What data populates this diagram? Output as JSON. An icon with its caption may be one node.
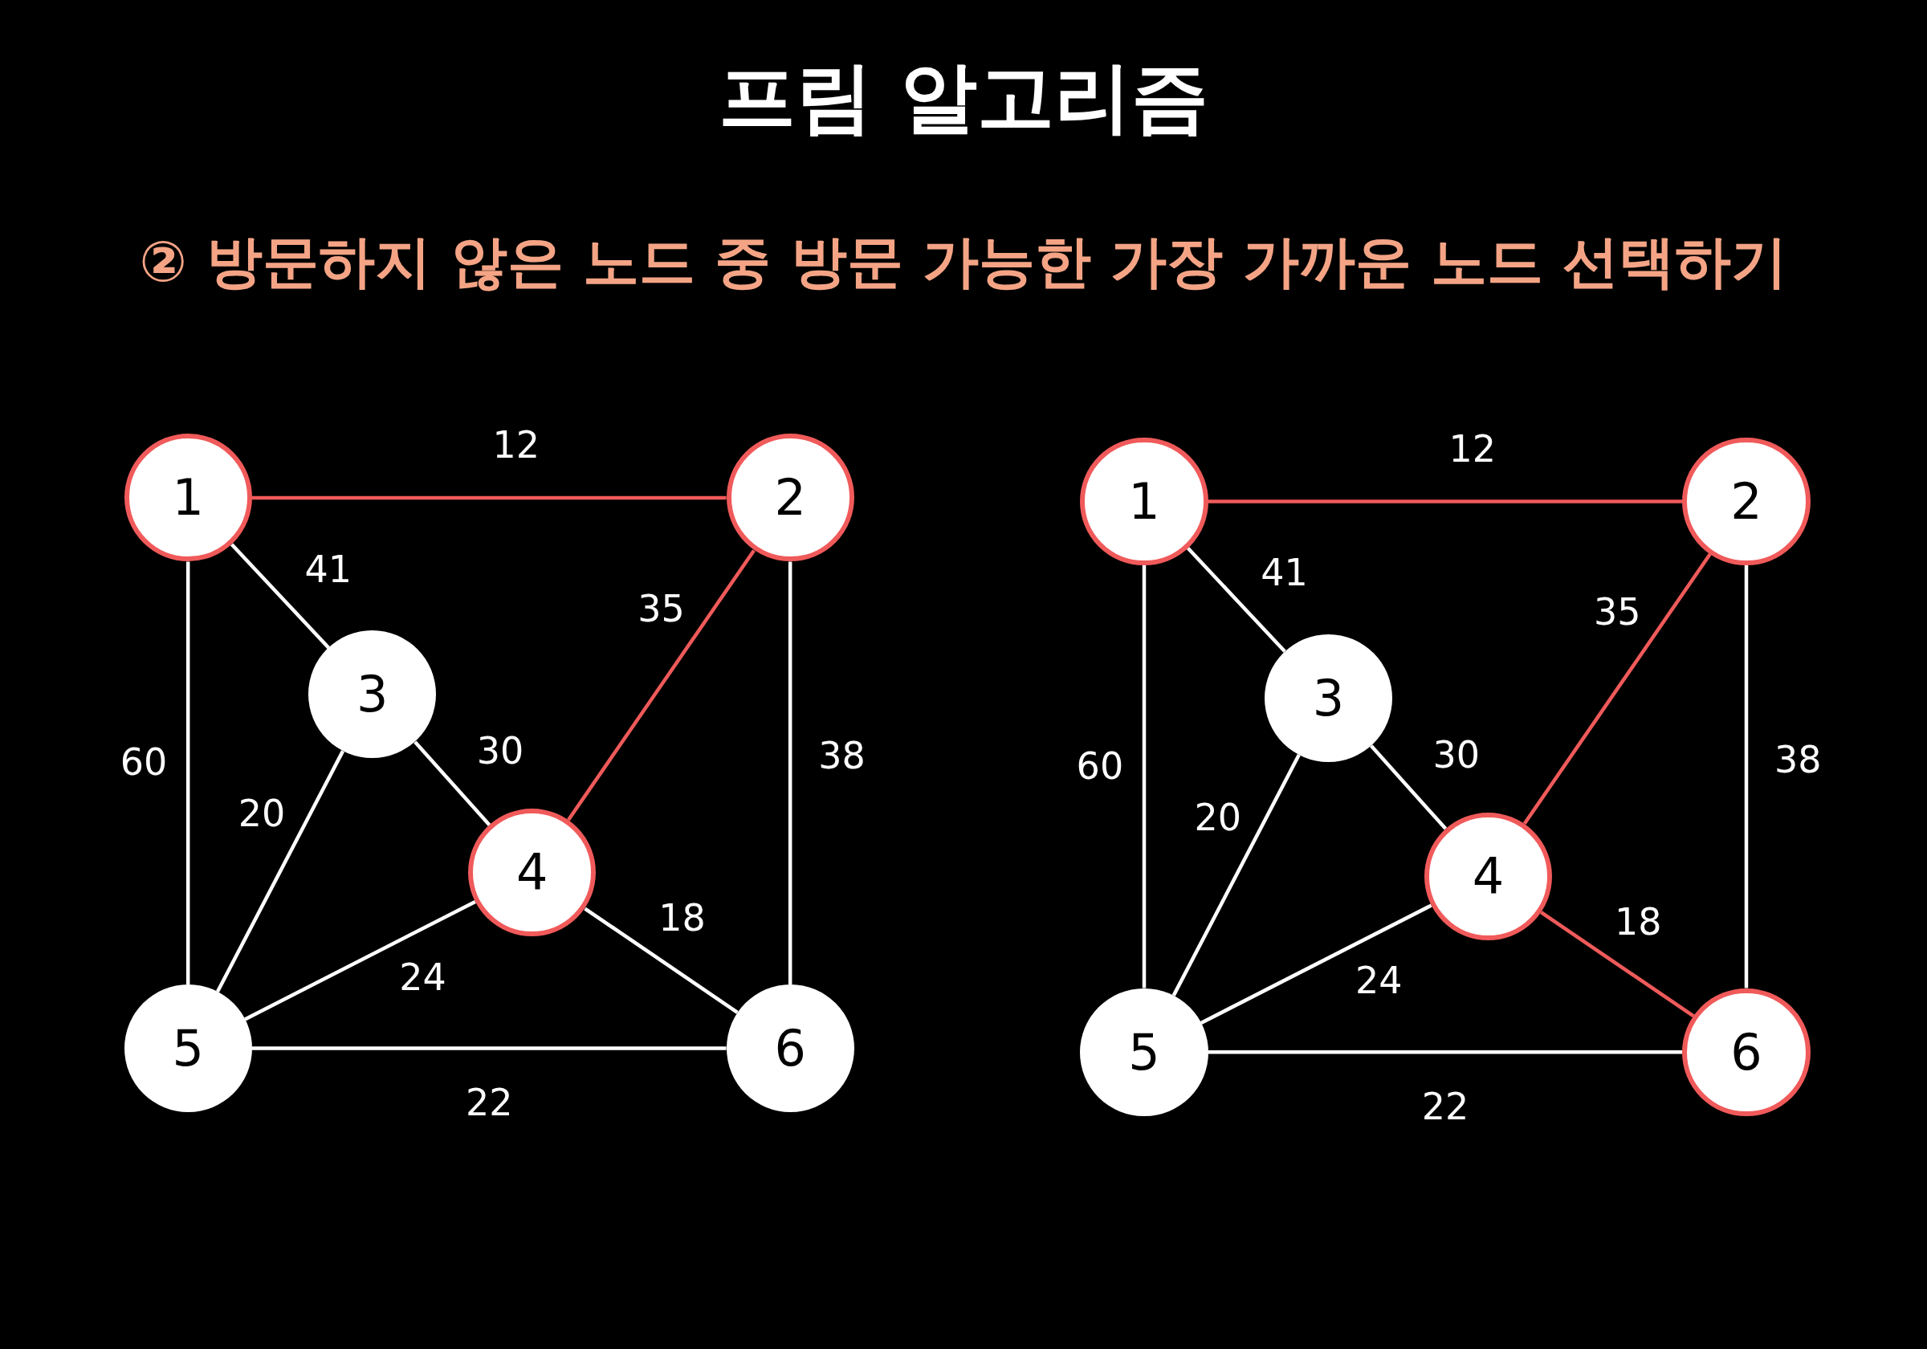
{
  "diagram": {
    "title": "프림 알고리즘",
    "nodes": [
      {
        "text": [
          "1"
        ]
      },
      {
        "text": [
          "2"
        ]
      },
      {
        "text": [
          "3"
        ]
      },
      {
        "text": [
          "4"
        ]
      },
      {
        "text": [
          "5"
        ]
      },
      {
        "text": [
          "6"
        ]
      },
      {
        "text": [
          "1"
        ]
      },
      {
        "text": [
          "2"
        ]
      },
      {
        "text": [
          "3"
        ]
      },
      {
        "text": [
          "4"
        ]
      },
      {
        "text": [
          "5"
        ]
      },
      {
        "text": [
          "6"
        ]
      }
    ],
    "edges": [
      {
        "from": 0,
        "to": 1,
        "arrow": "none",
        "label": "12",
        "color": "#f05a5a"
      },
      {
        "from": 0,
        "to": 2,
        "arrow": "none",
        "label": "41"
      },
      {
        "from": 0,
        "to": 4,
        "arrow": "none",
        "label": "60"
      },
      {
        "from": 1,
        "to": 3,
        "arrow": "none",
        "label": "35",
        "color": "#f05a5a"
      },
      {
        "from": 1,
        "to": 5,
        "arrow": "none",
        "label": "38"
      },
      {
        "from": 2,
        "to": 3,
        "arrow": "none",
        "label": "30"
      },
      {
        "from": 2,
        "to": 4,
        "arrow": "none",
        "label": "20"
      },
      {
        "from": 3,
        "to": 4,
        "arrow": "none",
        "label": "24"
      },
      {
        "from": 3,
        "to": 5,
        "arrow": "none",
        "label": "18"
      },
      {
        "from": 4,
        "to": 5,
        "arrow": "none",
        "label": "22"
      },
      {
        "from": 6,
        "to": 7,
        "arrow": "none",
        "label": "12",
        "color": "#f05a5a"
      },
      {
        "from": 6,
        "to": 8,
        "arrow": "none",
        "label": "41"
      },
      {
        "from": 6,
        "to": 10,
        "arrow": "none",
        "label": "60"
      },
      {
        "from": 7,
        "to": 9,
        "arrow": "none",
        "label": "35",
        "color": "#f05a5a"
      },
      {
        "from": 7,
        "to": 11,
        "arrow": "none",
        "label": "38"
      },
      {
        "from": 8,
        "to": 9,
        "arrow": "none",
        "label": "30"
      },
      {
        "from": 8,
        "to": 10,
        "arrow": "none",
        "label": "20"
      },
      {
        "from": 9,
        "to": 10,
        "arrow": "none",
        "label": "24"
      },
      {
        "from": 9,
        "to": 11,
        "arrow": "none",
        "label": "18",
        "color": "#f05a5a"
      },
      {
        "from": 10,
        "to": 11,
        "arrow": "none",
        "label": "22"
      }
    ],
    "labels": [
      "② 방문하지 않은 노드 중 방문 가능한 가장 가까운 노드 선택하기"
    ]
  }
}
